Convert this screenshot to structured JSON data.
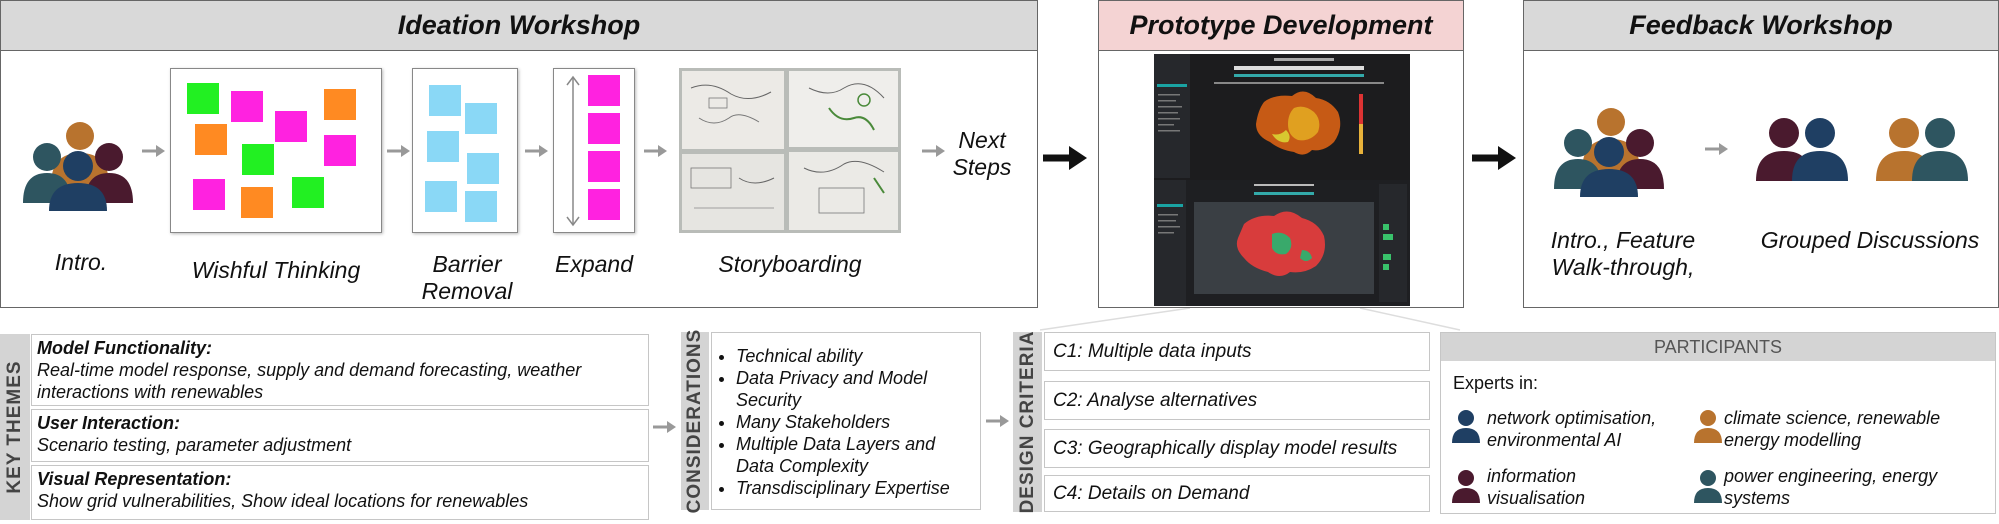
{
  "panels": {
    "ideation": {
      "title": "Ideation Workshop",
      "steps": [
        "Intro.",
        "Wishful Thinking",
        "Barrier Removal",
        "Expand",
        "Storyboarding",
        "Next Steps"
      ]
    },
    "prototype": {
      "title": "Prototype Development"
    },
    "feedback": {
      "title": "Feedback Workshop",
      "steps": [
        "Intro., Feature Walk-through,",
        "Grouped Discussions"
      ]
    }
  },
  "key_themes": {
    "label": "KEY THEMES",
    "items": [
      {
        "title": "Model Functionality:",
        "body": "Real-time model response, supply and demand forecasting, weather interactions with renewables"
      },
      {
        "title": "User Interaction:",
        "body": "Scenario testing, parameter adjustment"
      },
      {
        "title": "Visual Representation:",
        "body": "Show grid vulnerabilities, Show ideal locations for renewables"
      }
    ]
  },
  "considerations": {
    "label": "CONSIDERATIONS",
    "items": [
      "Technical ability",
      "Data Privacy and Model Security",
      "Many Stakeholders",
      "Multiple Data Layers and Data Complexity",
      "Transdisciplinary Expertise"
    ]
  },
  "design_criteria": {
    "label": "DESIGN CRITERIA",
    "items": [
      "C1: Multiple data inputs",
      "C2: Analyse alternatives",
      "C3: Geographically display model results",
      "C4: Details on Demand"
    ]
  },
  "participants": {
    "title": "PARTICIPANTS",
    "subtitle": "Experts in:",
    "items": [
      {
        "text": "network optimisation, environmental AI",
        "color": "#1f3f63"
      },
      {
        "text": "climate science, renewable energy modelling",
        "color": "#b8732e"
      },
      {
        "text": "information visualisation",
        "color": "#4a1a2e"
      },
      {
        "text": "power engineering, energy systems",
        "color": "#2e5560"
      }
    ]
  },
  "colors": {
    "sticky_green": "#22f022",
    "sticky_magenta": "#ff22e0",
    "sticky_orange": "#ff8a22",
    "sticky_blue": "#8ad8f6",
    "person_orange": "#b8732e",
    "person_maroon": "#4a1a2e",
    "person_teal": "#2e5560",
    "person_navy": "#1f3f63",
    "prototype_header": "#f4d3d3",
    "header_gray": "#d9d9d9"
  }
}
